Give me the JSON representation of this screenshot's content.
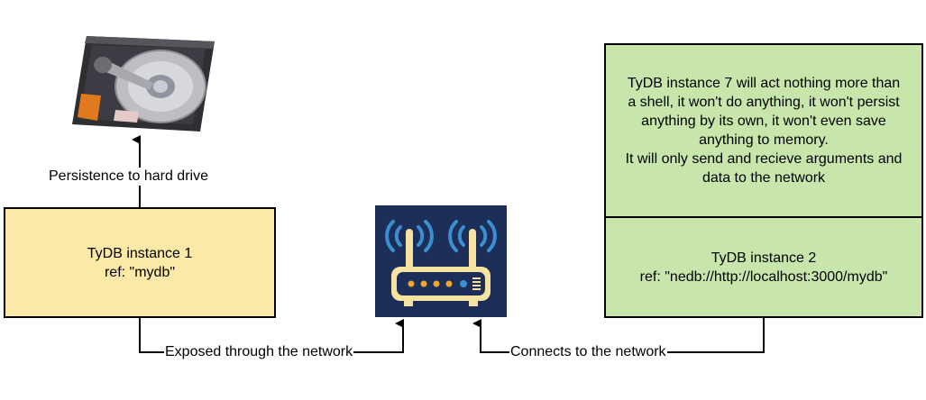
{
  "instance1": {
    "title": "TyDB instance 1",
    "ref": "ref: \"mydb\"",
    "fill": "#fde9a7"
  },
  "instance7": {
    "description": "TyDB instance 7 will act nothing more than a shell, it won't do anything, it won't persist anything by its own, it won't even save anything to memory.\nIt will only send and recieve arguments and data to the network",
    "fill": "#c8e6ac"
  },
  "instance2": {
    "title": "TyDB instance 2",
    "ref": "ref: \"nedb://http://localhost:3000/mydb\"",
    "fill": "#c8e6ac"
  },
  "edges": {
    "persistence": "Persistence to hard drive",
    "exposed": "Exposed through the network",
    "connects": "Connects to the network"
  },
  "icons": {
    "hard_drive": "hard-drive-icon",
    "router": "wifi-router-icon"
  },
  "colors": {
    "router_bg": "#1d2e59",
    "router_body": "#f6e3a1",
    "router_waves": "#3a8fd0",
    "router_leds": "#f5a52a"
  }
}
